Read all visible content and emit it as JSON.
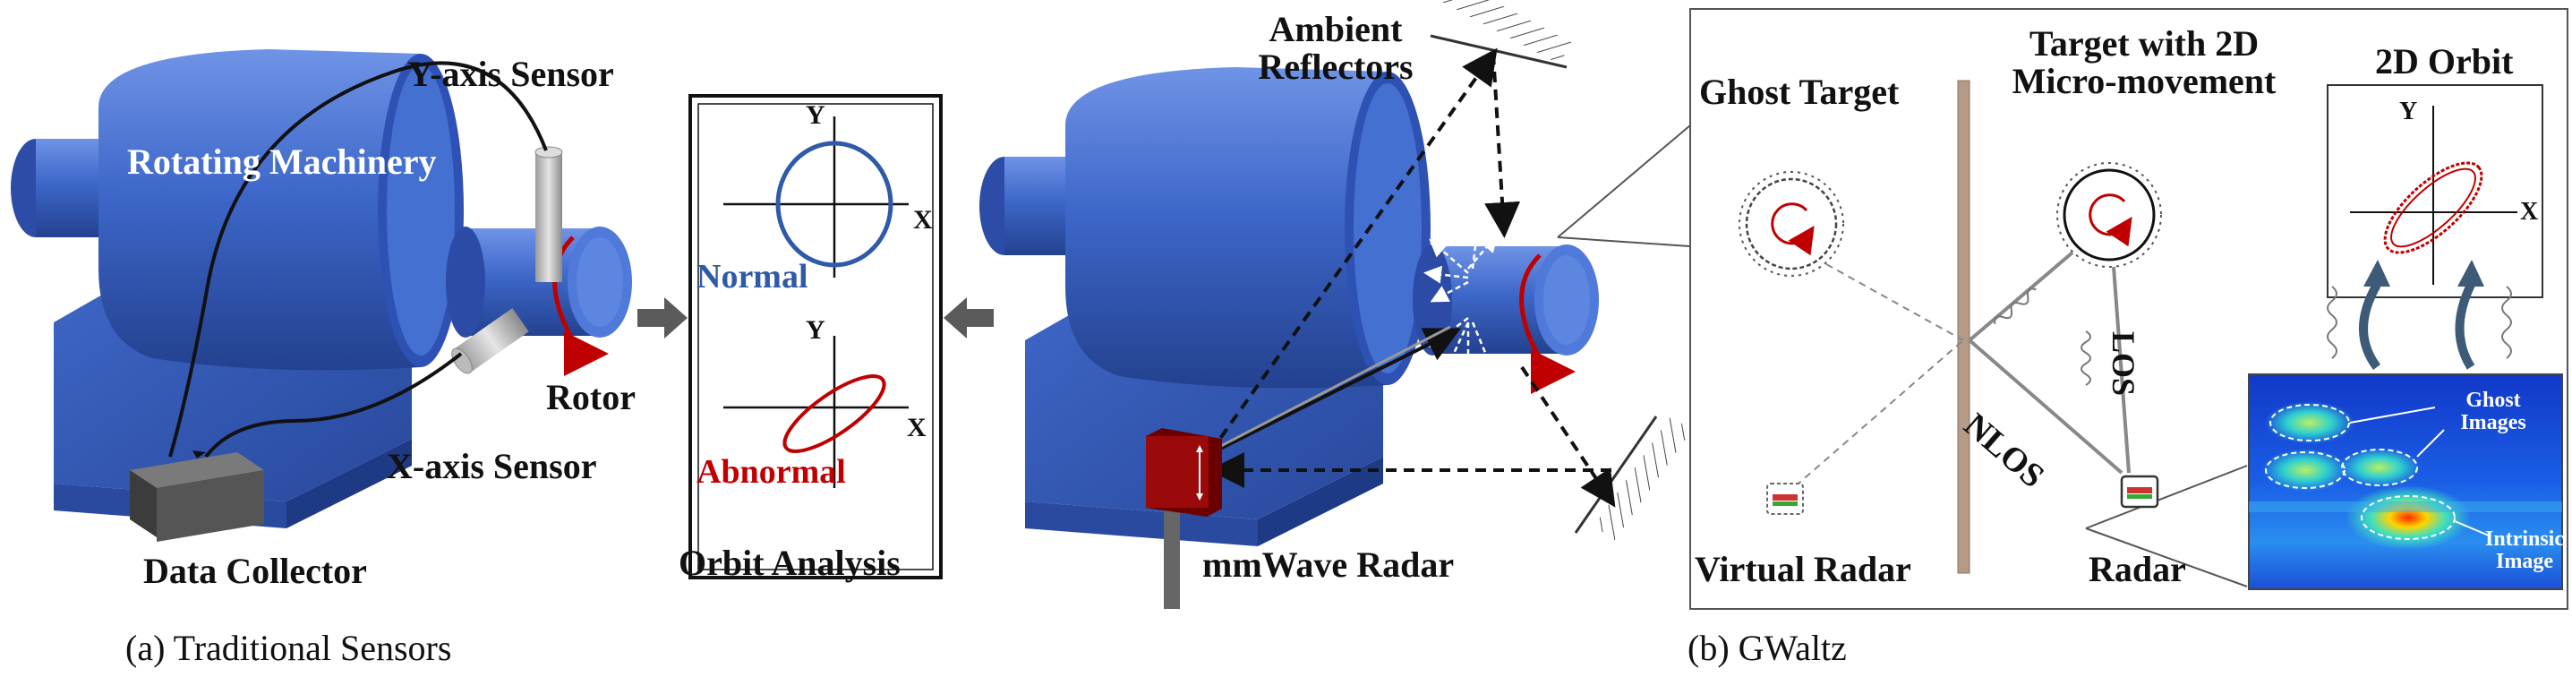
{
  "labels": {
    "rotating_machinery": "Rotating Machinery",
    "y_axis_sensor": "Y-axis Sensor",
    "rotor": "Rotor",
    "x_axis_sensor": "X-axis Sensor",
    "data_collector": "Data Collector",
    "orbit_analysis": "Orbit Analysis",
    "normal": "Normal",
    "abnormal": "Abnormal",
    "ambient_reflectors": "Ambient Reflectors",
    "mmwave_radar": "mmWave Radar",
    "ghost_target": "Ghost Target",
    "target_2d": "Target with 2D Micro-movement",
    "orbit_2d": "2D Orbit",
    "virtual_radar": "Virtual Radar",
    "radar": "Radar",
    "nlos": "NLOS",
    "los": "LOS",
    "ghost_images": "Ghost Images",
    "intrinsic_image": "Intrinsic Image",
    "axis_x": "X",
    "axis_y": "Y"
  },
  "captions": {
    "a": "(a) Traditional  Sensors",
    "b": "(b) GWaltz"
  },
  "colors": {
    "machine_blue": "#3b63c4",
    "normal_blue": "#2f5aa8",
    "abnormal_red": "#c00000",
    "radar_red": "#8b0000"
  }
}
